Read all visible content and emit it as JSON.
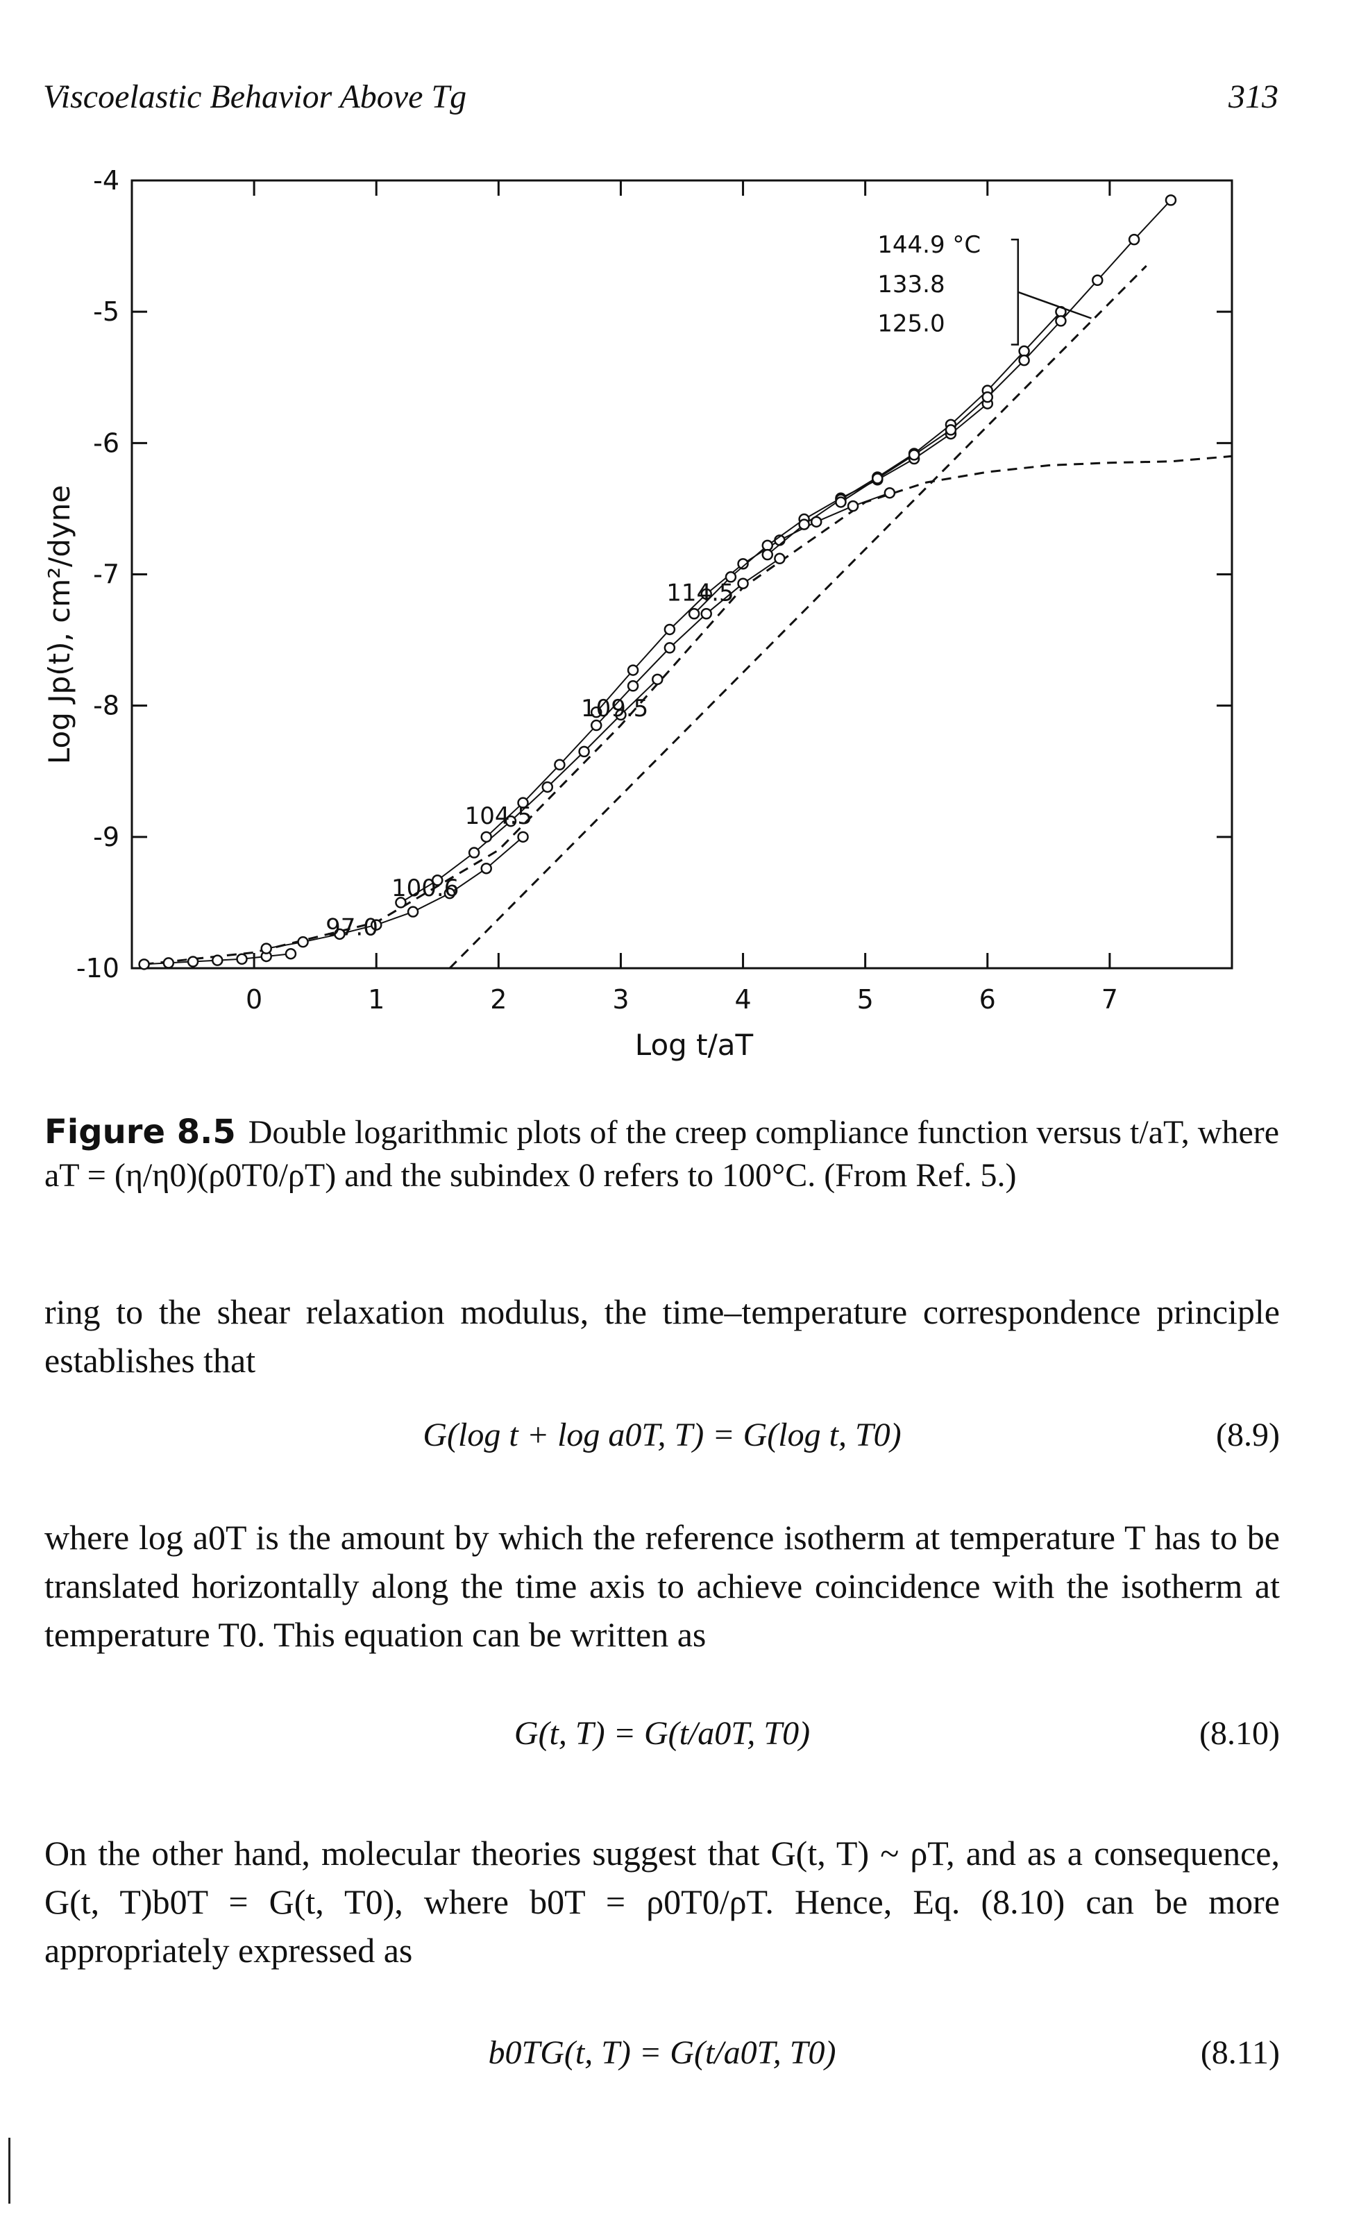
{
  "header": {
    "running_head": "Viscoelastic Behavior Above Tg",
    "page_number": "313"
  },
  "chart_data": {
    "type": "scatter",
    "xlabel": "Log t/aT",
    "ylabel": "Log Jp(t), cm²/dyne",
    "xlim": [
      -1,
      8
    ],
    "ylim": [
      -10,
      -4
    ],
    "xticks": [
      0,
      1,
      2,
      3,
      4,
      5,
      6,
      7
    ],
    "yticks": [
      -4,
      -5,
      -6,
      -7,
      -8,
      -9,
      -10
    ],
    "temperature_labels": [
      "97.0",
      "100.6",
      "104.5",
      "109.5",
      "114.5",
      "144.9 °C",
      "133.8",
      "125.0"
    ],
    "series": [
      {
        "name": "97.0",
        "x": [
          -0.9,
          -0.7,
          -0.5,
          -0.3,
          -0.1,
          0.1,
          0.3
        ],
        "y": [
          -9.97,
          -9.96,
          -9.95,
          -9.94,
          -9.93,
          -9.91,
          -9.89
        ]
      },
      {
        "name": "100.6",
        "x": [
          0.1,
          0.4,
          0.7,
          1.0,
          1.3,
          1.6,
          1.9,
          2.2
        ],
        "y": [
          -9.85,
          -9.8,
          -9.74,
          -9.67,
          -9.57,
          -9.43,
          -9.24,
          -9.0
        ]
      },
      {
        "name": "104.5",
        "x": [
          1.2,
          1.5,
          1.8,
          2.1,
          2.4,
          2.7,
          3.0,
          3.3
        ],
        "y": [
          -9.5,
          -9.33,
          -9.12,
          -8.88,
          -8.62,
          -8.35,
          -8.07,
          -7.8
        ]
      },
      {
        "name": "109.5",
        "x": [
          1.9,
          2.2,
          2.5,
          2.8,
          3.1,
          3.4,
          3.7,
          4.0,
          4.3
        ],
        "y": [
          -9.0,
          -8.74,
          -8.45,
          -8.15,
          -7.85,
          -7.56,
          -7.3,
          -7.07,
          -6.88
        ]
      },
      {
        "name": "114.5",
        "x": [
          2.8,
          3.1,
          3.4,
          3.7,
          4.0,
          4.3,
          4.6,
          4.9,
          5.2
        ],
        "y": [
          -8.05,
          -7.73,
          -7.42,
          -7.15,
          -6.92,
          -6.74,
          -6.6,
          -6.48,
          -6.38
        ]
      },
      {
        "name": "125.0",
        "x": [
          3.6,
          3.9,
          4.2,
          4.5,
          4.8,
          5.1,
          5.4,
          5.7,
          6.0
        ],
        "y": [
          -7.3,
          -7.02,
          -6.78,
          -6.58,
          -6.42,
          -6.28,
          -6.12,
          -5.93,
          -5.7
        ]
      },
      {
        "name": "133.8",
        "x": [
          4.2,
          4.5,
          4.8,
          5.1,
          5.4,
          5.7,
          6.0,
          6.3,
          6.6
        ],
        "y": [
          -6.85,
          -6.62,
          -6.43,
          -6.26,
          -6.08,
          -5.86,
          -5.6,
          -5.3,
          -5.0
        ]
      },
      {
        "name": "144.9 °C",
        "x": [
          4.8,
          5.1,
          5.4,
          5.7,
          6.0,
          6.3,
          6.6,
          6.9,
          7.2,
          7.5
        ],
        "y": [
          -6.45,
          -6.27,
          -6.09,
          -5.9,
          -5.65,
          -5.37,
          -5.07,
          -4.76,
          -4.45,
          -4.15
        ]
      }
    ],
    "dashed_curves": [
      {
        "x": [
          -0.9,
          0.0,
          1.0,
          2.0,
          3.0,
          4.0,
          5.0,
          5.5,
          6.0,
          6.5,
          7.0,
          7.5,
          8.0
        ],
        "y": [
          -9.97,
          -9.88,
          -9.65,
          -9.1,
          -8.15,
          -7.1,
          -6.45,
          -6.3,
          -6.22,
          -6.17,
          -6.15,
          -6.14,
          -6.1
        ]
      },
      {
        "x": [
          1.6,
          7.3
        ],
        "y": [
          -10.0,
          -4.65
        ]
      }
    ]
  },
  "caption": {
    "label": "Figure 8.5",
    "text": "Double logarithmic plots of the creep compliance function versus t/aT, where aT = (η/η0)(ρ0T0/ρT) and the subindex 0 refers to 100°C. (From Ref. 5.)"
  },
  "body": {
    "para1": "ring to the shear relaxation modulus, the time–temperature correspondence principle establishes that",
    "eq1": "G(log t + log a0T, T) = G(log t, T0)",
    "eq1_num": "(8.9)",
    "para2": "where log a0T is the amount by which the reference isotherm at temperature T has to be translated horizontally along the time axis to achieve coincidence with the isotherm at temperature T0. This equation can be written as",
    "eq2": "G(t, T) = G(t/a0T, T0)",
    "eq2_num": "(8.10)",
    "para3": "On the other hand, molecular theories suggest that G(t, T) ~ ρT, and as a consequence, G(t, T)b0T = G(t, T0), where b0T = ρ0T0/ρT. Hence, Eq. (8.10) can be more appropriately expressed as",
    "eq3": "b0TG(t, T) = G(t/a0T, T0)",
    "eq3_num": "(8.11)"
  }
}
